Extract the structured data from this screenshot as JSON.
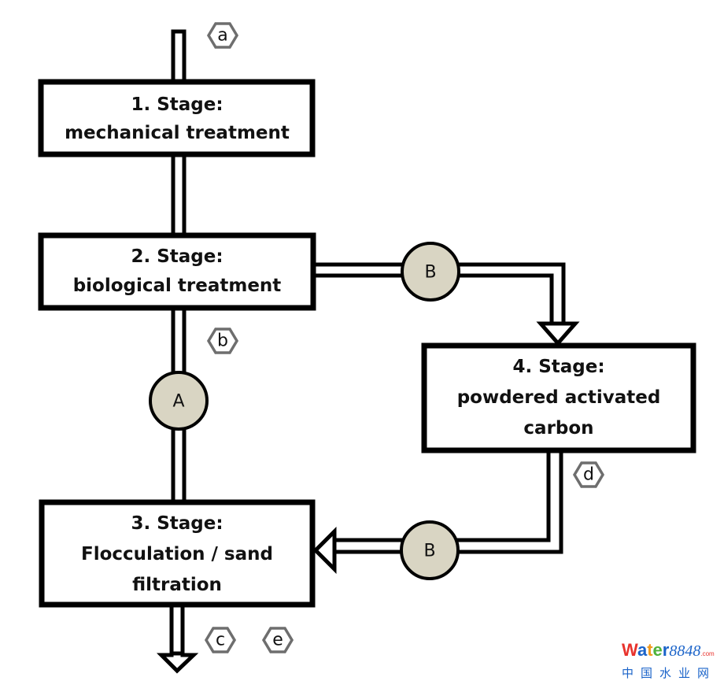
{
  "stages": [
    {
      "id": "stage-1",
      "lines": [
        "1. Stage:",
        "mechanical treatment"
      ]
    },
    {
      "id": "stage-2",
      "lines": [
        "2. Stage:",
        "biological treatment"
      ]
    },
    {
      "id": "stage-3",
      "lines": [
        "3. Stage:",
        "Flocculation / sand",
        "filtration"
      ]
    },
    {
      "id": "stage-4",
      "lines": [
        "4. Stage:",
        "powdered activated",
        "carbon"
      ]
    }
  ],
  "dosing_points": [
    {
      "id": "A",
      "label": "A"
    },
    {
      "id": "B-upper",
      "label": "B"
    },
    {
      "id": "B-lower",
      "label": "B"
    }
  ],
  "sampling_points": [
    {
      "id": "a",
      "label": "a"
    },
    {
      "id": "b",
      "label": "b"
    },
    {
      "id": "c",
      "label": "c"
    },
    {
      "id": "d",
      "label": "d"
    },
    {
      "id": "e",
      "label": "e"
    }
  ],
  "colors": {
    "dosing_fill": "#d9d5c3",
    "hex_stroke": "#6e6e6e"
  },
  "watermark": {
    "letters": [
      {
        "char": "W",
        "color": "#e8322c"
      },
      {
        "char": "a",
        "color": "#1a63c9"
      },
      {
        "char": "t",
        "color": "#f29a1d"
      },
      {
        "char": "e",
        "color": "#4fb23a"
      },
      {
        "char": "r",
        "color": "#1a63c9"
      }
    ],
    "number": "8848",
    "number_color": "#1a63c9",
    "suffix": ".com",
    "suffix_color": "#e8322c",
    "subtitle": "中国水业网",
    "subtitle_color": "#1a63c9"
  }
}
